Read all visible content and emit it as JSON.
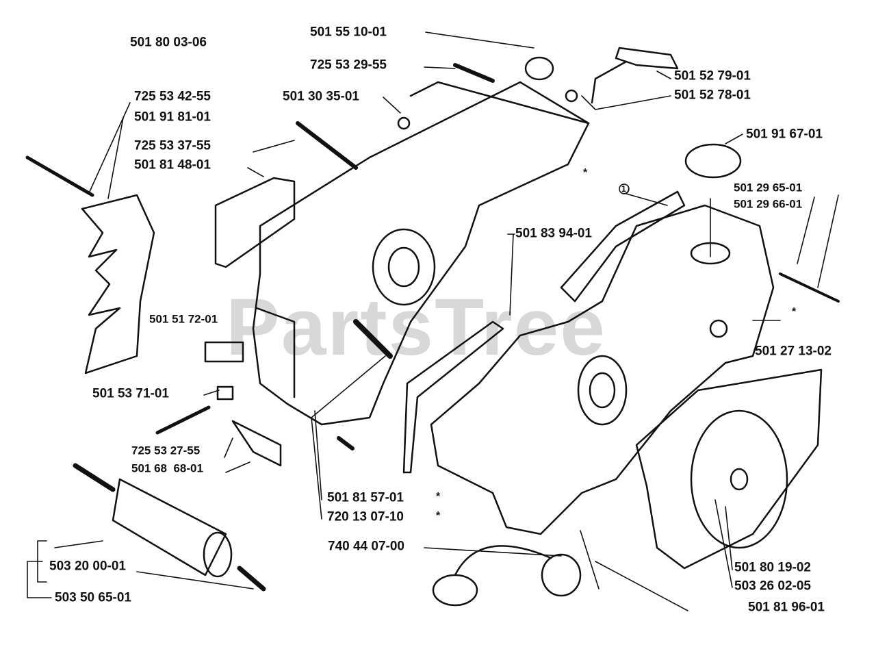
{
  "watermark": "PartsTree",
  "circled_marker": "①",
  "asterisk": "*",
  "labels": {
    "housing": "501 80 03-06",
    "cap_top": "501 55 10-01",
    "screw_top": "725 53 29-55",
    "handle": "501 52 79-01",
    "handle_nut": "501 52 78-01",
    "screw_left": "725 53 42-55",
    "nut_top": "501 30 35-01",
    "bumper_plate": "501 91 81-01",
    "cap_right": "501 91 67-01",
    "screw_mid": "725 53 37-55",
    "guide_plate": "501 81 48-01",
    "spring_a": "501 29 65-01",
    "spring_b": "501 29 66-01",
    "pin": "501 83 94-01",
    "block": "501 51 72-01",
    "plug": "501 27 13-02",
    "nut_small": "501 53 71-01",
    "screw_bracket": "725 53 27-55",
    "bracket": "501 68  68-01",
    "dowel_a": "501 81 57-01",
    "dowel_b": "720 13 07-10",
    "fuel_cap": "740 44 07-00",
    "buffer": "503 20 00-01",
    "cover": "501 80 19-02",
    "seal": "503 26 02-05",
    "buffer_kit": "503 50 65-01",
    "gasket": "501 81 96-01"
  }
}
